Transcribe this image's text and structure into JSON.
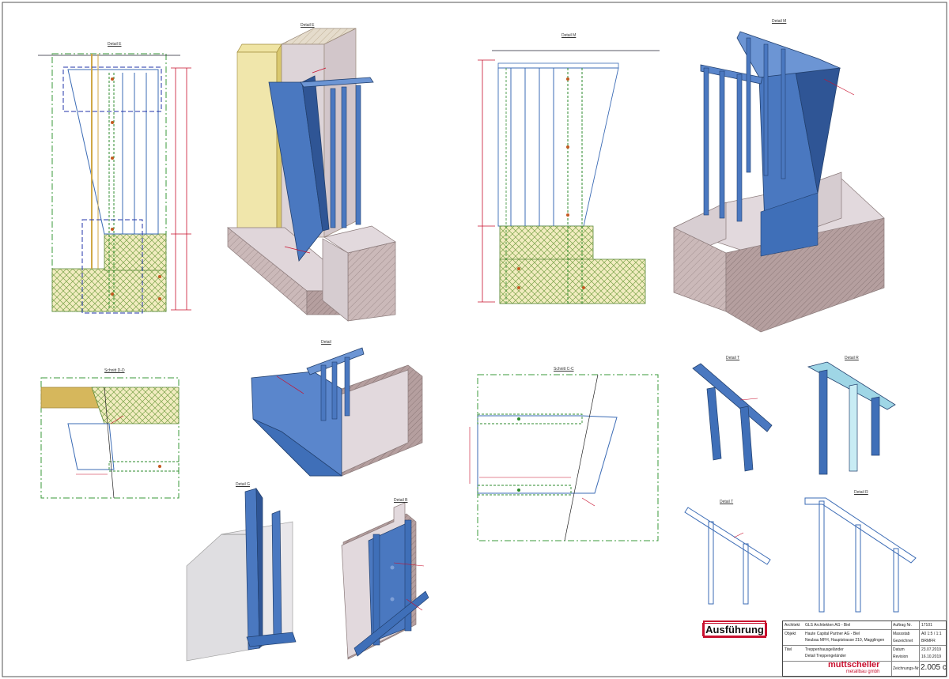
{
  "details": {
    "d1": "Detail E",
    "d2": "Detail E",
    "d3": "Detail M",
    "d4": "Detail M",
    "d5": "Schnitt D-D",
    "d6": "Detail",
    "d7": "Schnitt C-C",
    "d8": "Detail T",
    "d9": "Detail R",
    "d10": "Detail G",
    "d11": "Detail B",
    "d12": "Detail T",
    "d13": "Detail R"
  },
  "stamp": {
    "label": "Ausführung"
  },
  "title_block": {
    "architekt_label": "Architekt",
    "architekt": "GLS Architekten AG - Biel",
    "objekt_label": "Objekt",
    "objekt": "Haute Capital Partner AG - Biel",
    "objekt_sub": "Neubau MFH, Hauptstrasse 210, Magglingen",
    "titel_label": "Titel",
    "titel": "Treppenhausgeländer",
    "titel_sub": "Detail Treppengeländer",
    "auftrag_label": "Auftrag Nr.",
    "auftrag": "17101",
    "massstab_label": "Massstab",
    "massstab": "A0 1:5 / 1:1",
    "gez_label": "Gezeichnet",
    "gez": "BRMFR",
    "datum_label": "Datum",
    "datum": "23.07.2019",
    "rev_label": "Revision",
    "rev": "16.10.2019",
    "zeich_label": "Zeichnungs-Nr.",
    "zeich": "2.005 c"
  },
  "company": {
    "name": "muttscheller",
    "sub": "metallbau gmbh"
  },
  "colors": {
    "steel": "#3f6fb8",
    "steel_dark": "#2b4f8c",
    "concrete": "#c9b8bc",
    "accent_red": "#c8102e",
    "hatch_green": "#4a9a2c",
    "wall_yellow": "#d9c86e"
  }
}
